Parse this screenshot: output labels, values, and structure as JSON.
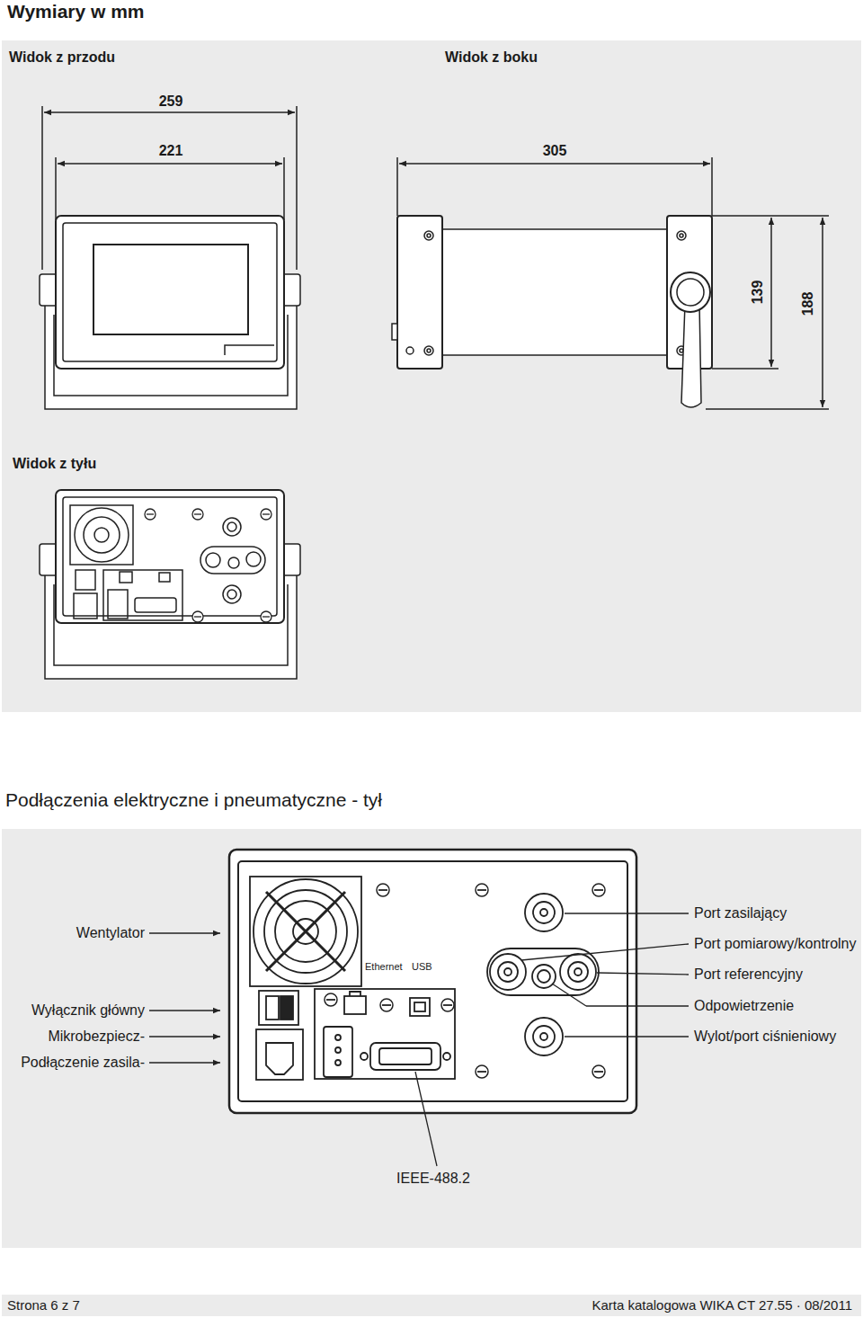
{
  "diagram": {
    "title": "Wymiary w mm",
    "labels": [
      "Widok z przodu",
      "Widok z boku",
      "259",
      "221",
      "305",
      "139",
      "188",
      "Widok z tyłu",
      "Podłączenia elektryczne i pneumatyczne - tył",
      "Wentylator",
      "Wyłącznik główny",
      "Mikrobezpiecz-",
      "Podłączenie zasila-",
      "Ethernet",
      "USB",
      "Port zasilający",
      "Port pomiarowy/kontrolny",
      "Port referencyjny",
      "Odpowietrzenie",
      "Wylot/port ciśnieniowy",
      "IEEE-488.2",
      "Strona 6 z 7",
      "Karta katalogowa WIKA CT 27.55 · 08/2011"
    ]
  }
}
